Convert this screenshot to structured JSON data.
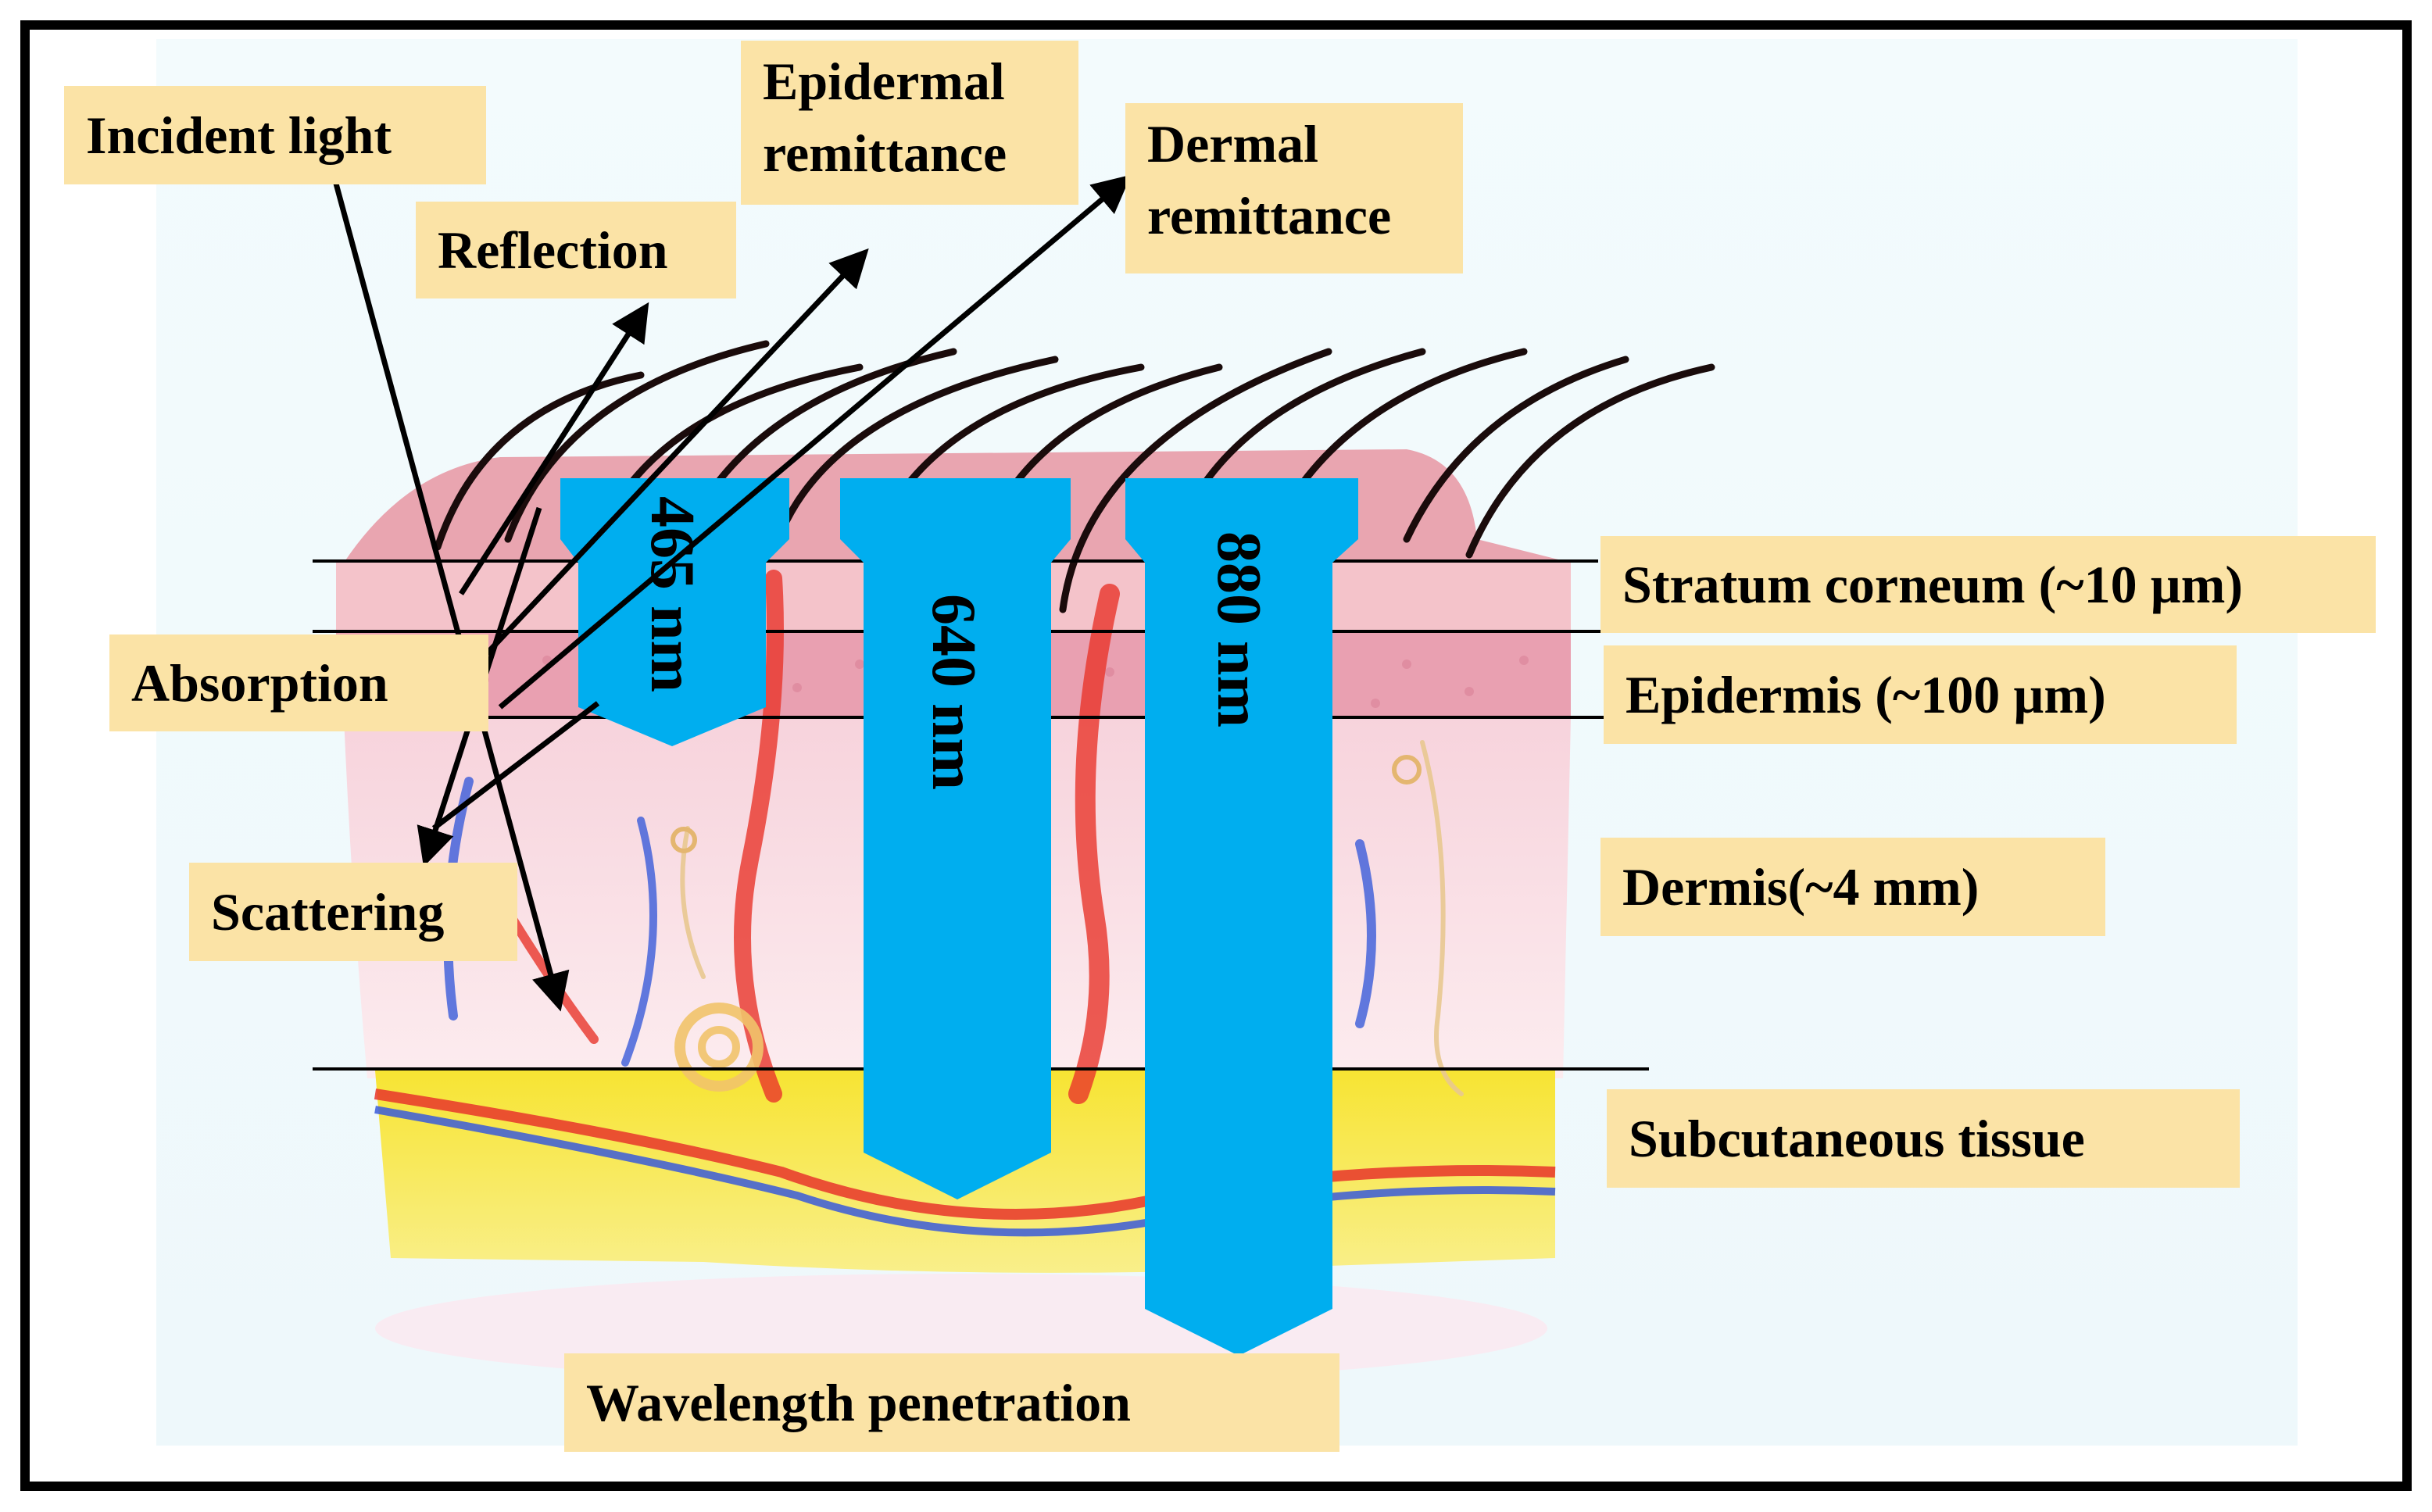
{
  "labels": {
    "incident_light": "Incident light",
    "reflection": "Reflection",
    "epidermal_remittance_1": "Epidermal",
    "epidermal_remittance_2": "remittance",
    "dermal_remittance_1": "Dermal",
    "dermal_remittance_2": "remittance",
    "absorption": "Absorption",
    "scattering": "Scattering",
    "stratum_corneum": "Stratum corneum (~10 µm)",
    "epidermis": "Epidermis (~100 µm)",
    "dermis": "Dermis(~4 mm)",
    "subcutaneous": "Subcutaneous tissue",
    "wavelength_penetration": "Wavelength penetration"
  },
  "wavelengths": {
    "w465": "465 nm",
    "w640": "640 nm",
    "w880": "880 nm"
  },
  "colors": {
    "frame": "#000000",
    "label_bg": "#fbe3a6",
    "wavelength_arrow": "#00aeef",
    "stratum_corneum": "#f3b8bf",
    "epidermis": "#eaa3b2",
    "dermis": "#fbe4ea",
    "subcutaneous_fat": "#f5e23a",
    "hair": "#1a0b0b",
    "artery": "#e8352b",
    "vein": "#3a5bd9"
  }
}
